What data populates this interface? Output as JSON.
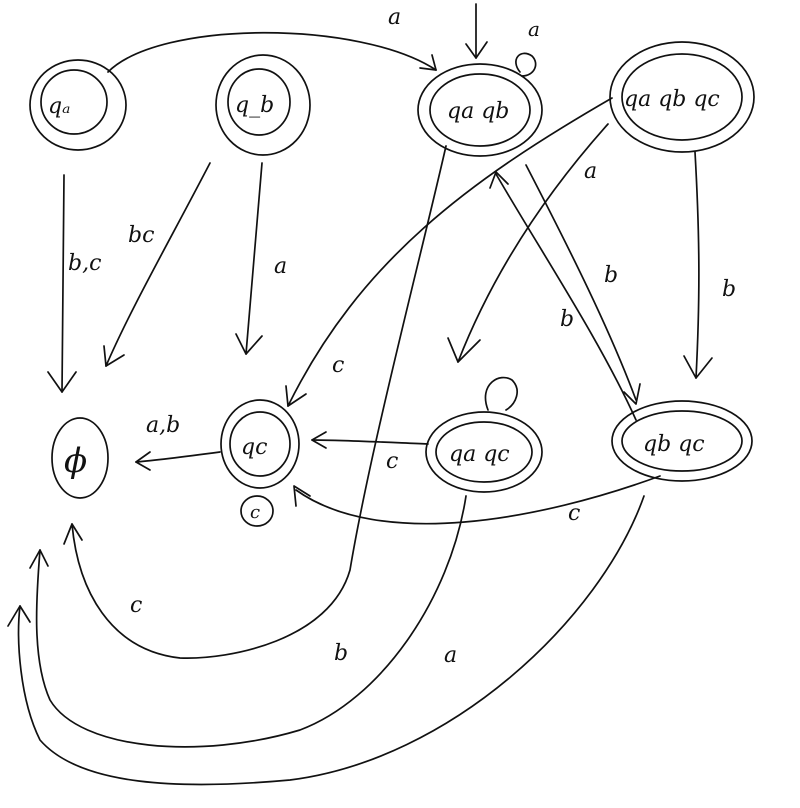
{
  "diagram": {
    "states": {
      "qa": "qₐ",
      "qb": "q_b",
      "qaqb": "qa qb",
      "qaqbqc": "qa qb qc",
      "empty": "ϕ",
      "qc": "qc",
      "qaqc": "qa qc",
      "qbqc": "qb qc"
    },
    "edge_labels": {
      "qa_to_qaqb": "a",
      "qaqb_self": "a",
      "qa_to_empty": "b,c",
      "qb_to_empty": "bc",
      "qb_to_qc": "a",
      "qaqbqc_to_qaqc": "a",
      "qaqb_to_qbqc": "b",
      "qaqbqc_to_qbqc": "b",
      "qaqbqc_to_qc": "c",
      "qc_to_empty": "a,b",
      "qc_self": "c",
      "qaqc_to_qc": "c",
      "qbqc_to_qc": "c",
      "qaqb_to_empty": "c",
      "qaqc_to_empty": "b",
      "qbqc_to_empty": "a",
      "qbqc_to_qaqb": "b"
    }
  }
}
